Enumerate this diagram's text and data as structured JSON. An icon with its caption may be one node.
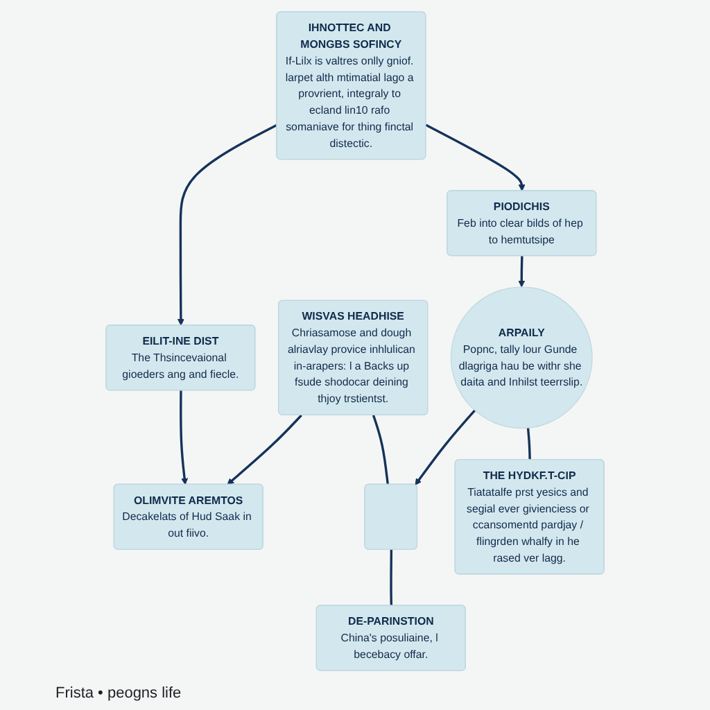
{
  "diagram": {
    "caption": "Frista • peogns life",
    "nodes": [
      {
        "text": [
          "IHNOTTEC AND MONGBS SOFINCY",
          "If-Lilx is valtres onlly gniof. larpet alth mtimatial lago a provrient, integraly to ecland lin10 rafo somaniave for thing finctal distectic."
        ]
      },
      {
        "text": [
          "EILIT-INE DIST",
          "The Thsincevaional gioeders ang and fiecle."
        ]
      },
      {
        "text": [
          "OLIMVITE AREMTOS",
          "Decakelats of Hud Saak in out fiivo."
        ]
      },
      {
        "text": [
          "WISVAS HEADHISE",
          "Chriasamose and dough alriavlay provice inhlulican in-arapers: l a Backs up fsude shodocar deining thjoy trstientst."
        ]
      },
      {
        "text": [
          "PIODICHIS",
          "Feb into clear bilds of hep to hemtutsipe"
        ]
      },
      {
        "text": [
          "ARPAILY",
          "Popnc, tally lour Gunde dlagriga hau be withr she daita and Inhilst teerrslip."
        ]
      },
      {
        "text": [],
        "shape": "box"
      },
      {
        "text": [
          "DE-PARINSTION",
          "China's posuliaine, l becebacy offar."
        ]
      },
      {
        "text": [
          "THE HYDKF.T-CIP",
          "Tiatatalfe prst yesics and segial ever givienciess or ccansomentd pardjay / flingrden whalfy in he rased ver lagg."
        ]
      }
    ],
    "edges": [
      {
        "from": 0,
        "to": 1,
        "arrow": "to"
      },
      {
        "from": 1,
        "to": 2,
        "arrow": "to"
      },
      {
        "from": 0,
        "to": 4,
        "arrow": "to"
      },
      {
        "from": 3,
        "to": 2,
        "arrow": "to"
      },
      {
        "from": 4,
        "to": 5,
        "arrow": "to"
      },
      {
        "from": 3,
        "to": 6,
        "arrow": "none"
      },
      {
        "from": 5,
        "to": 6,
        "arrow": "to"
      },
      {
        "from": 6,
        "to": 7,
        "arrow": "none"
      },
      {
        "from": 5,
        "to": 8,
        "arrow": "none"
      }
    ]
  }
}
